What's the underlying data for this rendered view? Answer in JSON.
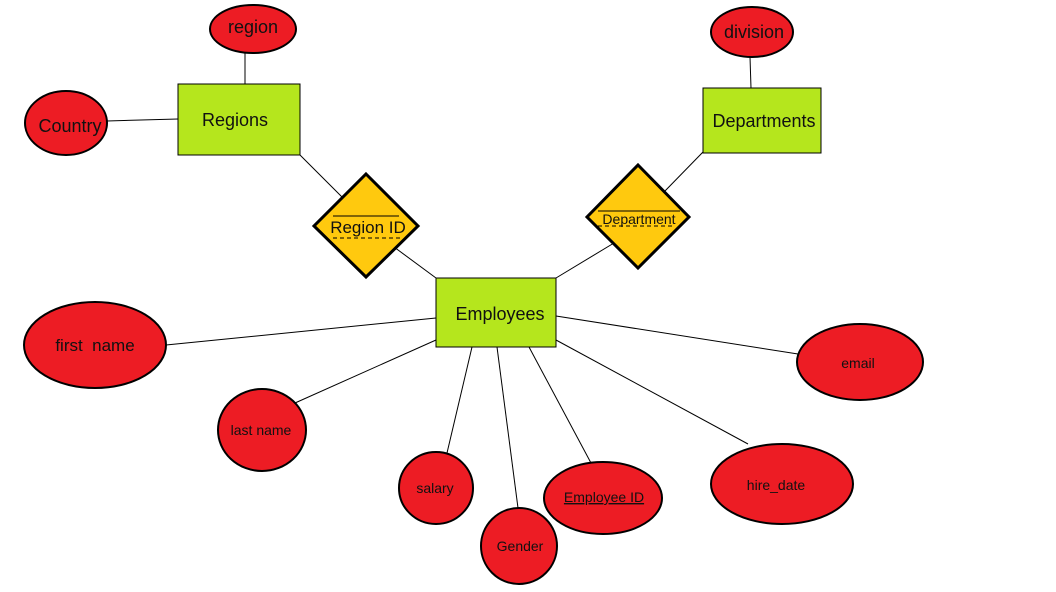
{
  "colors": {
    "entity_fill": "#b5e61d",
    "relationship_fill": "#ffc90e",
    "attribute_fill": "#ed1c24",
    "line": "#000000"
  },
  "entities": {
    "regions": "Regions",
    "departments": "Departments",
    "employees": "Employees"
  },
  "relationships": {
    "region_id": "Region ID",
    "department": "Department"
  },
  "attributes": {
    "region": "region",
    "country": "Country",
    "division": "division",
    "first_name": "first  name",
    "last_name": "last name",
    "salary": "salary",
    "gender": "Gender",
    "employee_id": "Employee ID",
    "hire_date": "hire_date",
    "email": "email"
  }
}
